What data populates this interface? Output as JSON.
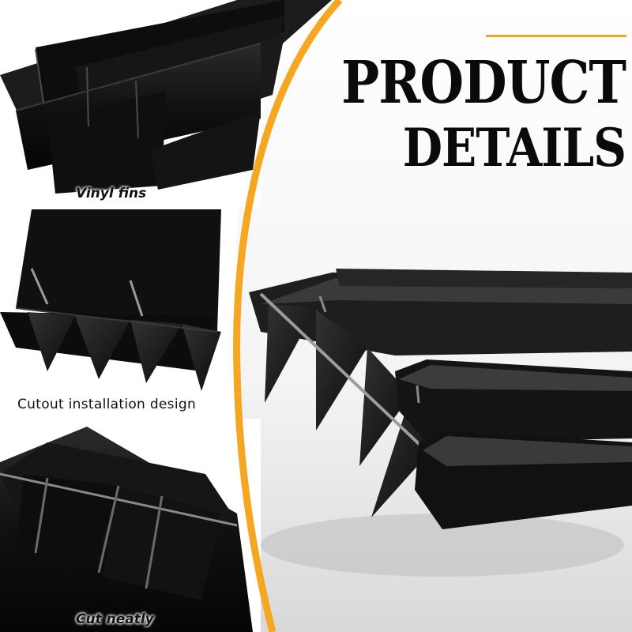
{
  "captions": {
    "vinyl": "Vinyl fins",
    "cutout": "Cutout installation design",
    "cut": "Cut neatly"
  },
  "heading": {
    "line1": "PRODUCT",
    "line2": "DETAILS"
  },
  "colors": {
    "accent": "#f5a623",
    "product": "#141414",
    "background": "#ffffff"
  }
}
